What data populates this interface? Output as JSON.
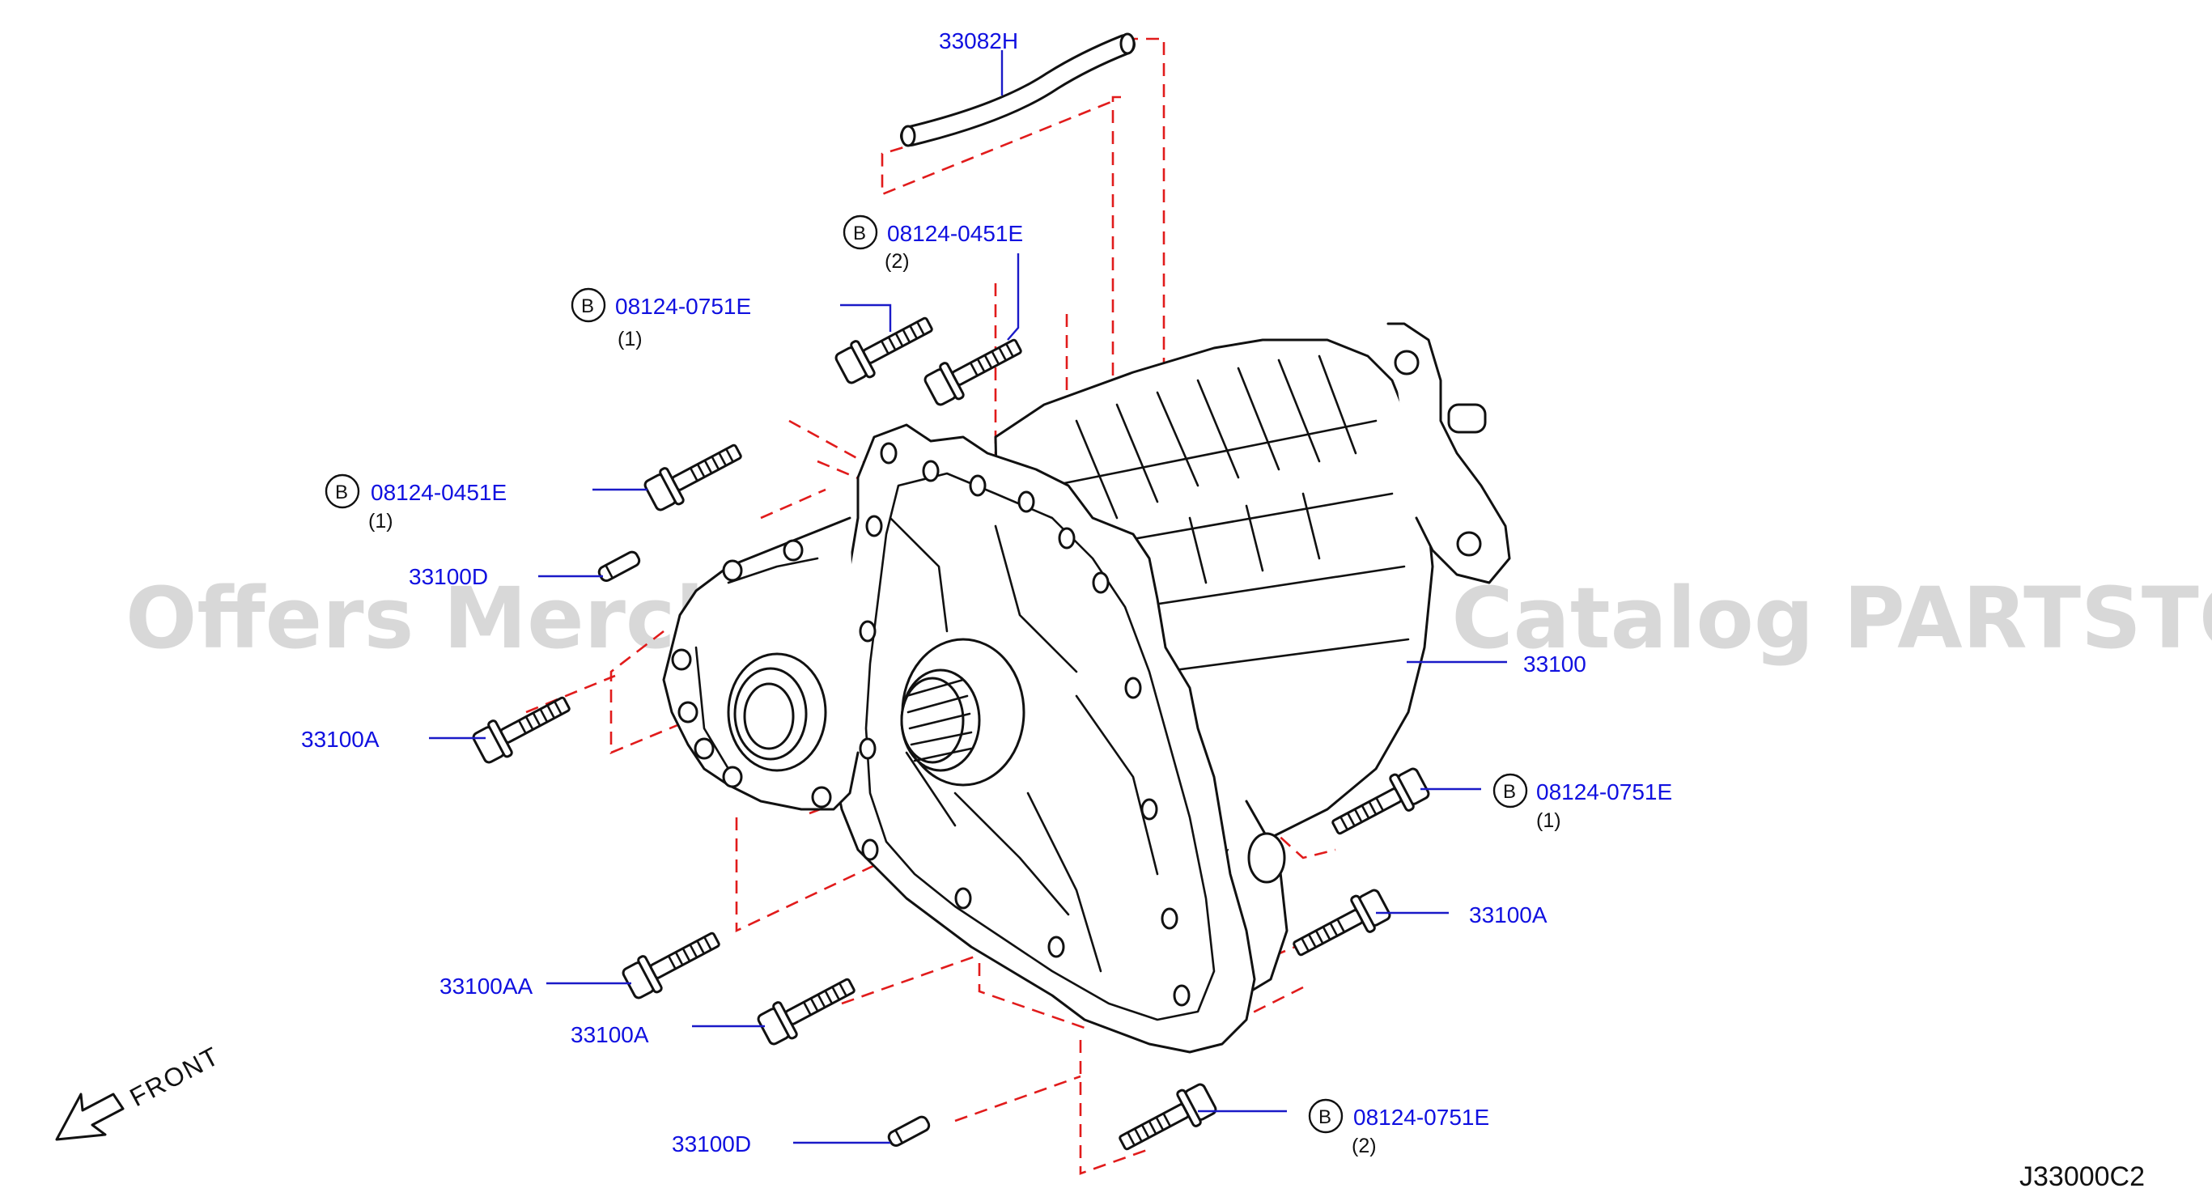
{
  "diagram_code": "J33000C2",
  "front_label": "FRONT",
  "watermark": "Offers Merchant Auto Parts Catalog PARTSTORE.SA",
  "symbol_b": "B",
  "callouts": [
    {
      "id": "c1",
      "part": "33082H",
      "qty": "",
      "b": false
    },
    {
      "id": "c2",
      "part": "08124-0451E",
      "qty": "(2)",
      "b": true
    },
    {
      "id": "c3",
      "part": "08124-0751E",
      "qty": "(1)",
      "b": true
    },
    {
      "id": "c4",
      "part": "08124-0451E",
      "qty": "(1)",
      "b": true
    },
    {
      "id": "c5",
      "part": "33100D",
      "qty": "",
      "b": false
    },
    {
      "id": "c6",
      "part": "33100",
      "qty": "",
      "b": false
    },
    {
      "id": "c7",
      "part": "33100A",
      "qty": "",
      "b": false
    },
    {
      "id": "c8",
      "part": "08124-0751E",
      "qty": "(1)",
      "b": true
    },
    {
      "id": "c9",
      "part": "33100A",
      "qty": "",
      "b": false
    },
    {
      "id": "c10",
      "part": "33100AA",
      "qty": "",
      "b": false
    },
    {
      "id": "c11",
      "part": "33100A",
      "qty": "",
      "b": false
    },
    {
      "id": "c12",
      "part": "08124-0751E",
      "qty": "(2)",
      "b": true
    },
    {
      "id": "c13",
      "part": "33100D",
      "qty": "",
      "b": false
    }
  ]
}
